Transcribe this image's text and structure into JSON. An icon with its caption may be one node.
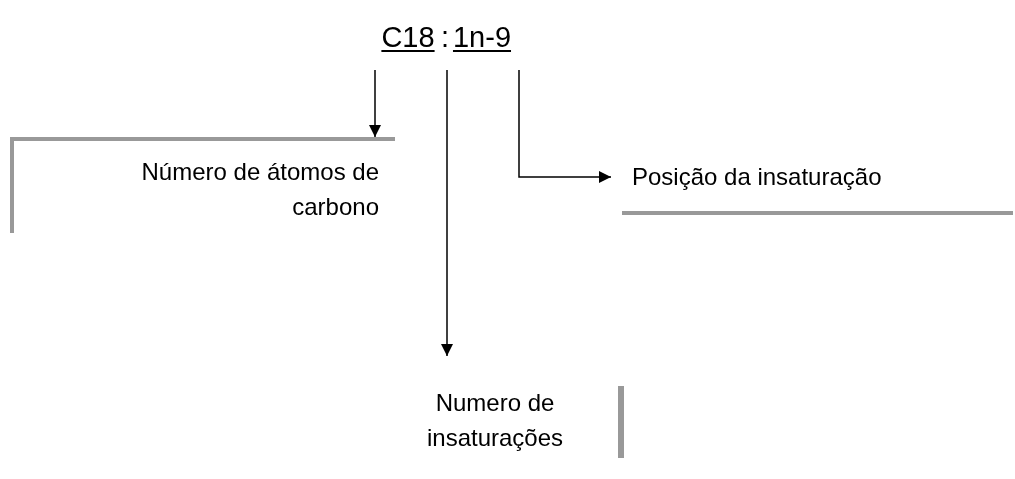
{
  "diagram": {
    "nodes": [
      {
        "text": [
          "C18"
        ]
      },
      {
        "text": [
          "1n-9"
        ]
      },
      {
        "text": [
          "Número de átomos de carbono"
        ]
      },
      {
        "text": [
          "Posição da insaturação"
        ]
      },
      {
        "text": [
          "Numero de insaturações"
        ]
      }
    ],
    "edges": [
      {
        "from": 0,
        "to": 2,
        "arrow": "to"
      },
      {
        "from": 1,
        "to": 4,
        "arrow": "to"
      },
      {
        "from": 1,
        "to": 3,
        "arrow": "to"
      }
    ],
    "labels": [
      ":"
    ]
  }
}
